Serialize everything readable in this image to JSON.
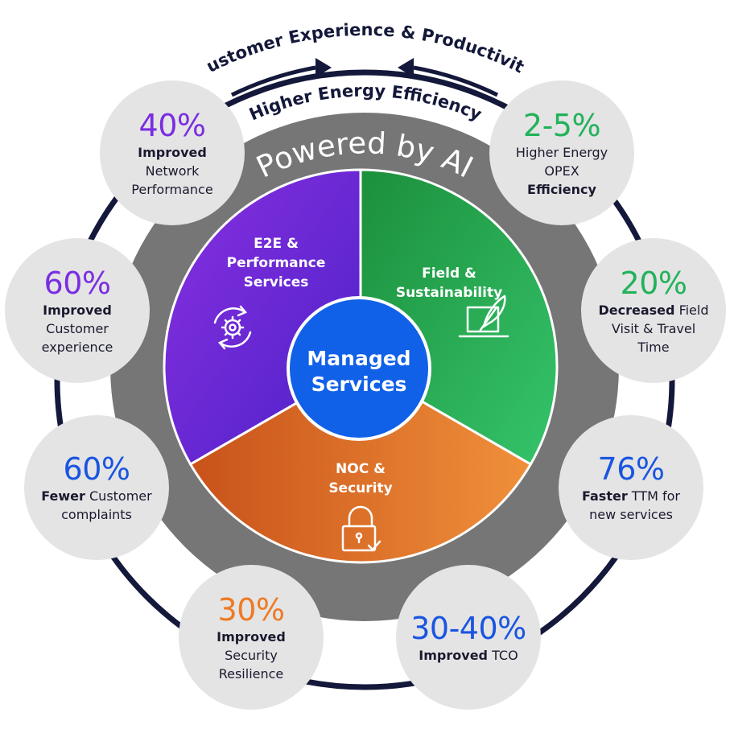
{
  "top_arc": {
    "outer_text": "Customer Experience & Productivity",
    "inner_text": "Higher Energy Efficiency"
  },
  "ring_label": "Powered by AI",
  "center_label": [
    "Managed",
    "Services"
  ],
  "segments": [
    {
      "id": "e2e",
      "lines": [
        "E2E &",
        "Performance",
        "Services"
      ],
      "color": "#6a2bd8",
      "icon": "gear-cycle-icon"
    },
    {
      "id": "field",
      "lines": [
        "Field &",
        "Sustainability"
      ],
      "color": "#28a845",
      "icon": "laptop-leaf-icon"
    },
    {
      "id": "noc",
      "lines": [
        "NOC &",
        "Security"
      ],
      "color": "#e8782a",
      "icon": "padlock-check-icon"
    }
  ],
  "colors": {
    "dark_navy": "#14183a",
    "ring_gray": "#767676",
    "center_blue": "#1060e8",
    "bubble_bg": "#e4e4e5",
    "purple": "#7a2ee0",
    "green": "#22b25a",
    "blue": "#1a55e0",
    "orange": "#ee7a22"
  },
  "metrics": [
    {
      "id": "network-performance",
      "value": "40%",
      "color": "#7a2ee0",
      "lines": [
        [
          {
            "t": "Improved",
            "b": true
          }
        ],
        [
          {
            "t": "Network",
            "b": false
          }
        ],
        [
          {
            "t": "Performance",
            "b": false
          }
        ]
      ]
    },
    {
      "id": "energy-opex",
      "value": "2-5%",
      "color": "#22b25a",
      "lines": [
        [
          {
            "t": "Higher Energy",
            "b": false
          }
        ],
        [
          {
            "t": "OPEX",
            "b": false
          }
        ],
        [
          {
            "t": "Efficiency",
            "b": true
          }
        ]
      ]
    },
    {
      "id": "customer-experience",
      "value": "60%",
      "color": "#7a2ee0",
      "lines": [
        [
          {
            "t": "Improved",
            "b": true
          }
        ],
        [
          {
            "t": "Customer",
            "b": false
          }
        ],
        [
          {
            "t": "experience",
            "b": false
          }
        ]
      ]
    },
    {
      "id": "field-visit",
      "value": "20%",
      "color": "#22b25a",
      "lines": [
        [
          {
            "t": "Decreased",
            "b": true
          },
          {
            "t": " Field",
            "b": false
          }
        ],
        [
          {
            "t": "Visit & Travel",
            "b": false
          }
        ],
        [
          {
            "t": "Time",
            "b": false
          }
        ]
      ]
    },
    {
      "id": "customer-complaints",
      "value": "60%",
      "color": "#1a55e0",
      "lines": [
        [
          {
            "t": "Fewer",
            "b": true
          },
          {
            "t": " Customer",
            "b": false
          }
        ],
        [
          {
            "t": "complaints",
            "b": false
          }
        ]
      ]
    },
    {
      "id": "ttm",
      "value": "76%",
      "color": "#1a55e0",
      "lines": [
        [
          {
            "t": "Faster",
            "b": true
          },
          {
            "t": " TTM for",
            "b": false
          }
        ],
        [
          {
            "t": "new services",
            "b": false
          }
        ]
      ]
    },
    {
      "id": "security-resilience",
      "value": "30%",
      "color": "#ee7a22",
      "lines": [
        [
          {
            "t": "Improved",
            "b": true
          }
        ],
        [
          {
            "t": "Security",
            "b": false
          }
        ],
        [
          {
            "t": "Resilience",
            "b": false
          }
        ]
      ]
    },
    {
      "id": "tco",
      "value": "30-40%",
      "color": "#1a55e0",
      "lines": [
        [
          {
            "t": "Improved",
            "b": true
          },
          {
            "t": " TCO",
            "b": false
          }
        ]
      ]
    }
  ]
}
